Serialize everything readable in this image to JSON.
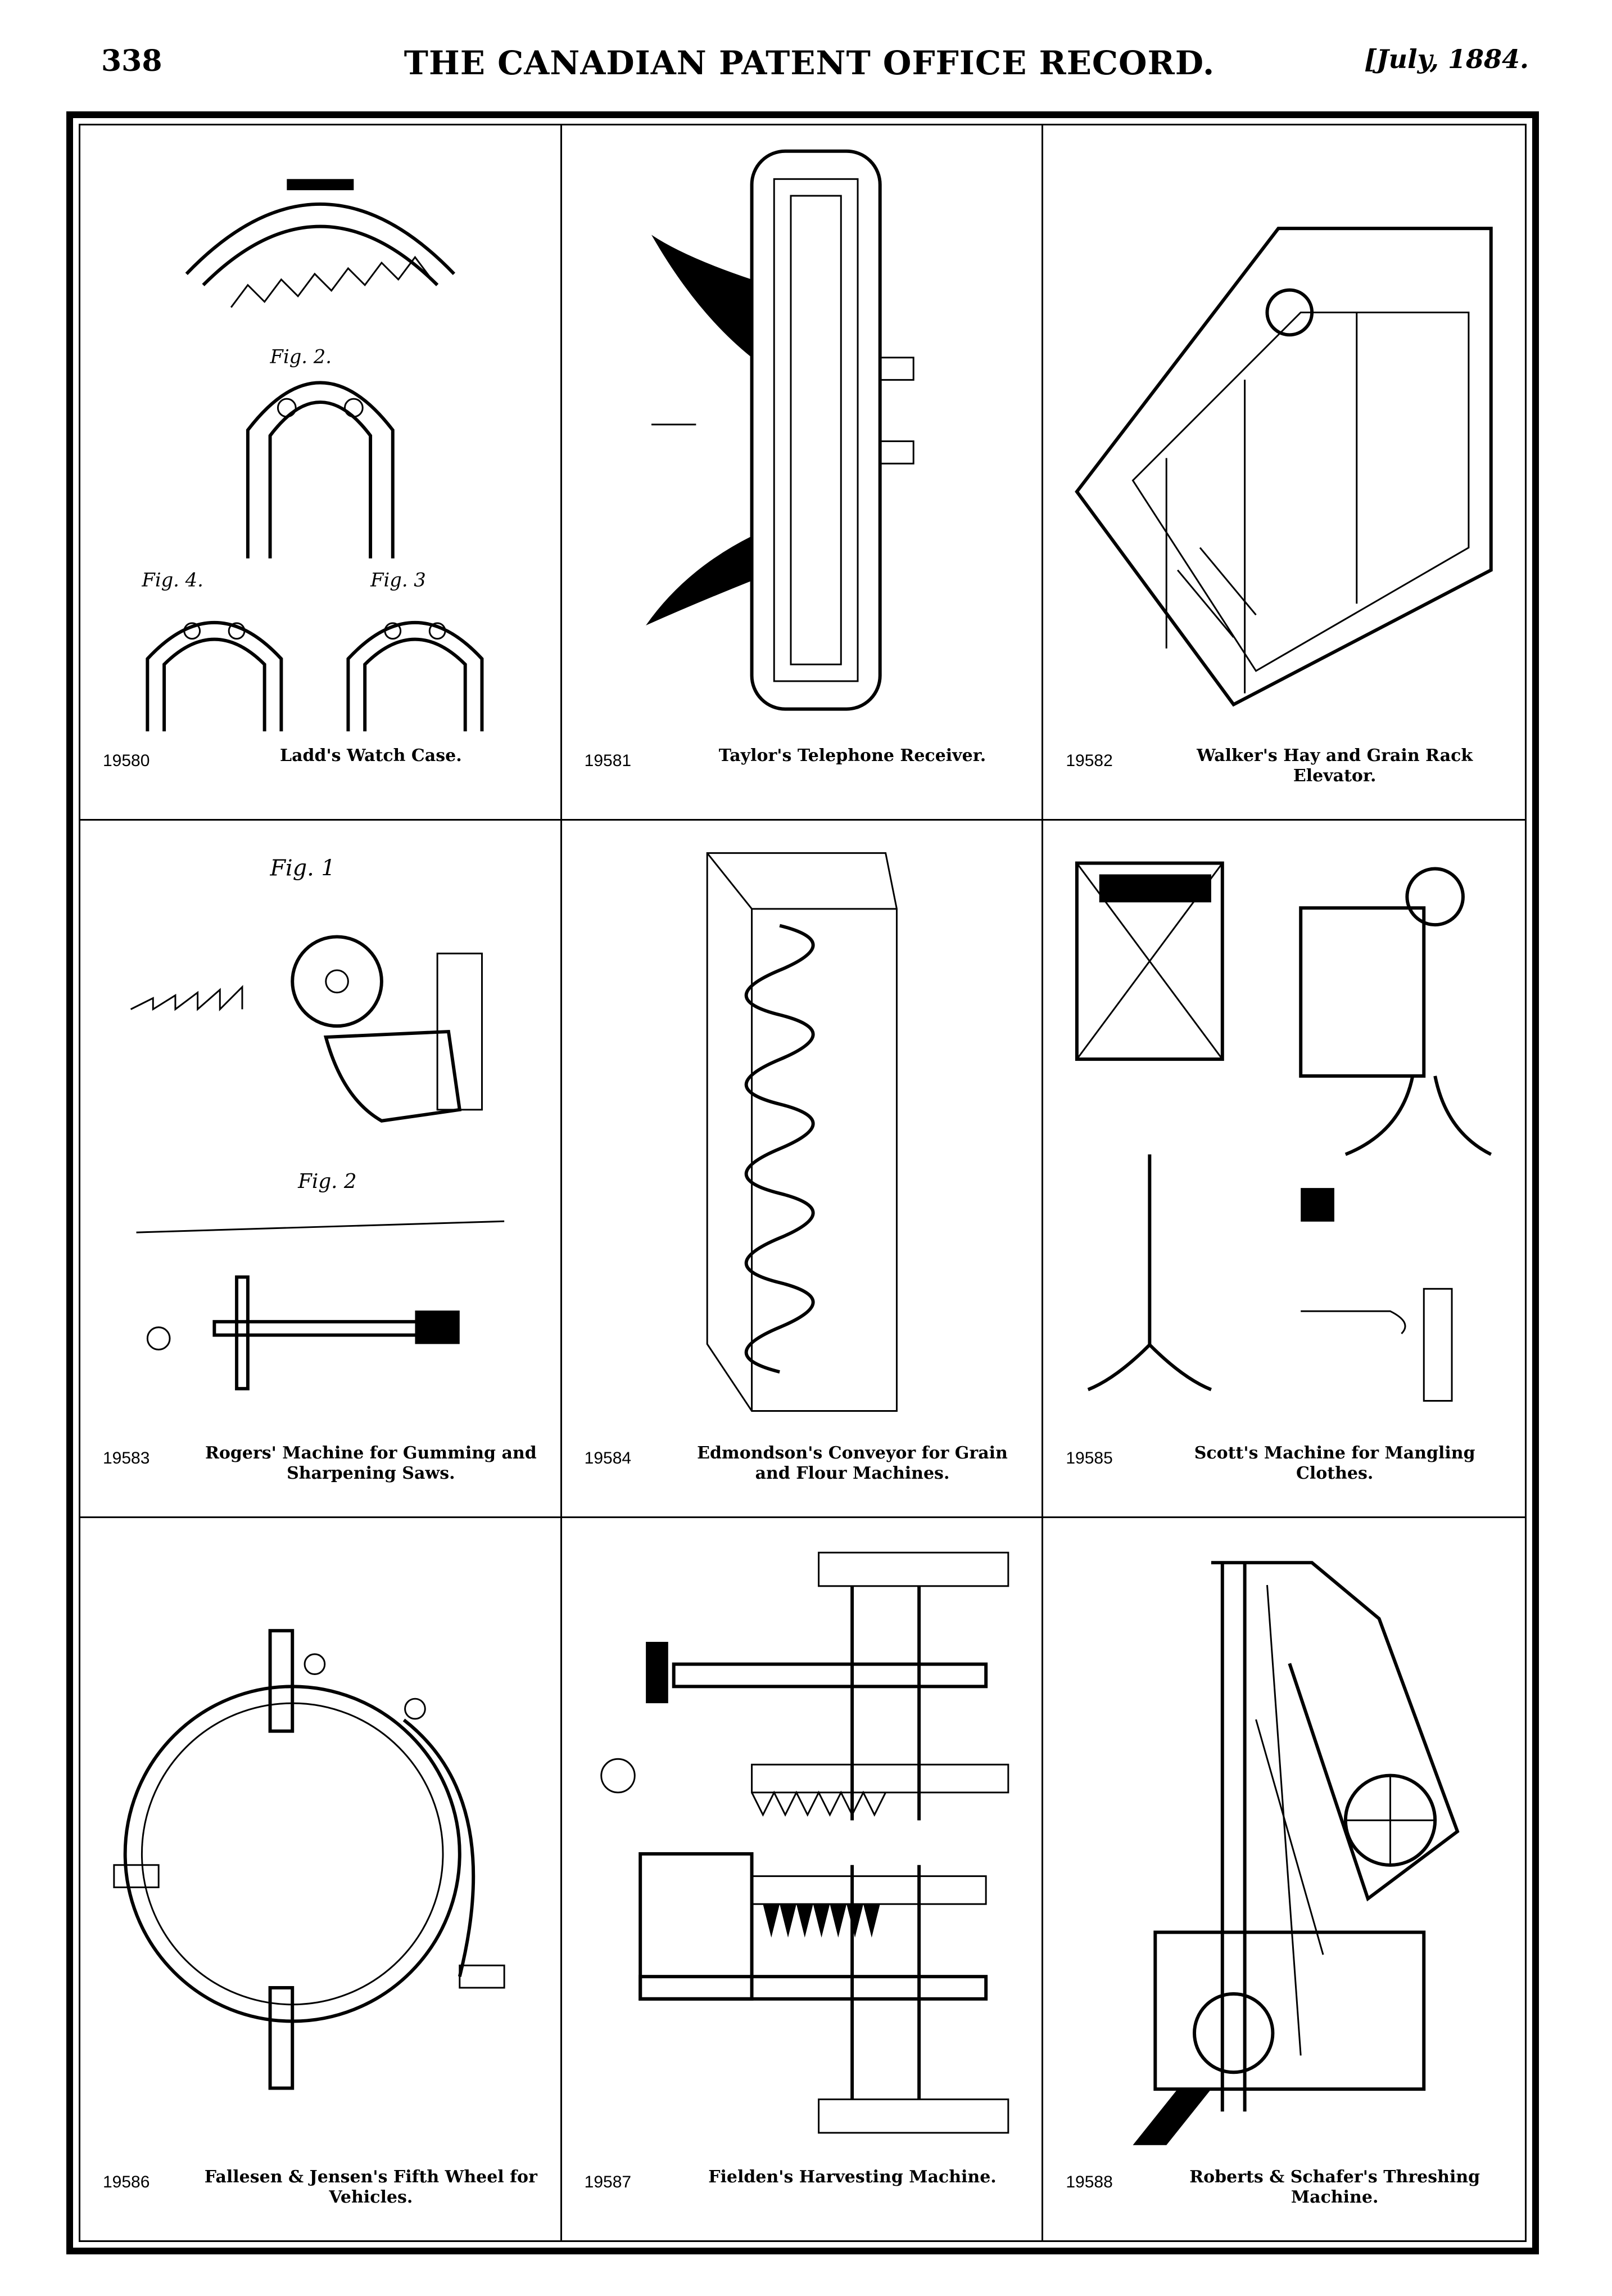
{
  "header": {
    "page_number": "338",
    "publication_title": "THE CANADIAN PATENT OFFICE RECORD.",
    "issue_date": "[July, 1884."
  },
  "patents": [
    {
      "number": "19580",
      "title": "Ladd's Watch Case."
    },
    {
      "number": "19581",
      "title": "Taylor's Telephone Receiver."
    },
    {
      "number": "19582",
      "title": "Walker's Hay and Grain Rack Elevator."
    },
    {
      "number": "19583",
      "title": "Rogers' Machine for Gumming and Sharpening Saws."
    },
    {
      "number": "19584",
      "title": "Edmondson's Conveyor for Grain and Flour Machines."
    },
    {
      "number": "19585",
      "title": "Scott's Machine for Mangling Clothes."
    },
    {
      "number": "19586",
      "title": "Fallesen & Jensen's Fifth Wheel for Vehicles."
    },
    {
      "number": "19587",
      "title": "Fielden's Harvesting Machine."
    },
    {
      "number": "19588",
      "title": "Roberts & Schafer's Threshing Machine."
    }
  ],
  "figure_labels": {
    "fig_2": "Fig. 2.",
    "fig_4": "Fig. 4.",
    "fig_3": "Fig. 3",
    "fig_1_saw": "Fig. 1",
    "fig_2_saw": "Fig. 2"
  }
}
